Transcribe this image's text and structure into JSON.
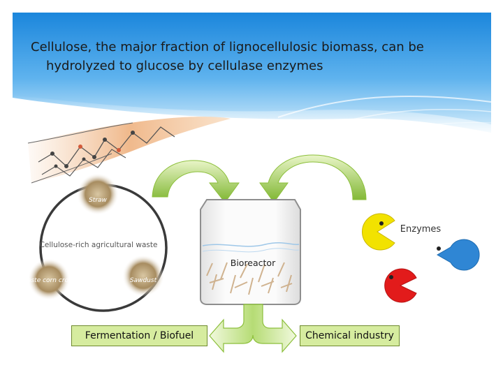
{
  "slide": {
    "title_line1": "Cellulose, the major fraction of lignocellulosic biomass, can be",
    "title_line2": "hydrolyzed to glucose by cellulase enzymes"
  },
  "diagram": {
    "waste_cycle": {
      "center_label": "Cellulose-rich agricultural waste",
      "sources": [
        {
          "label": "Straw"
        },
        {
          "label": "waste corn crops"
        },
        {
          "label": "Sawdust"
        }
      ]
    },
    "bioreactor_label": "Bioreactor",
    "enzymes_label": "Enzymes",
    "outputs": [
      {
        "label": "Fermentation / Biofuel"
      },
      {
        "label": "Chemical industry"
      }
    ],
    "colors": {
      "header_blue": "#1e8fe0",
      "arrow_green": "#8fc43c",
      "box_fill": "#d6ec9f",
      "enzyme_yellow": "#f2e200",
      "enzyme_blue": "#2f86d4",
      "enzyme_red": "#e21b1b"
    }
  }
}
